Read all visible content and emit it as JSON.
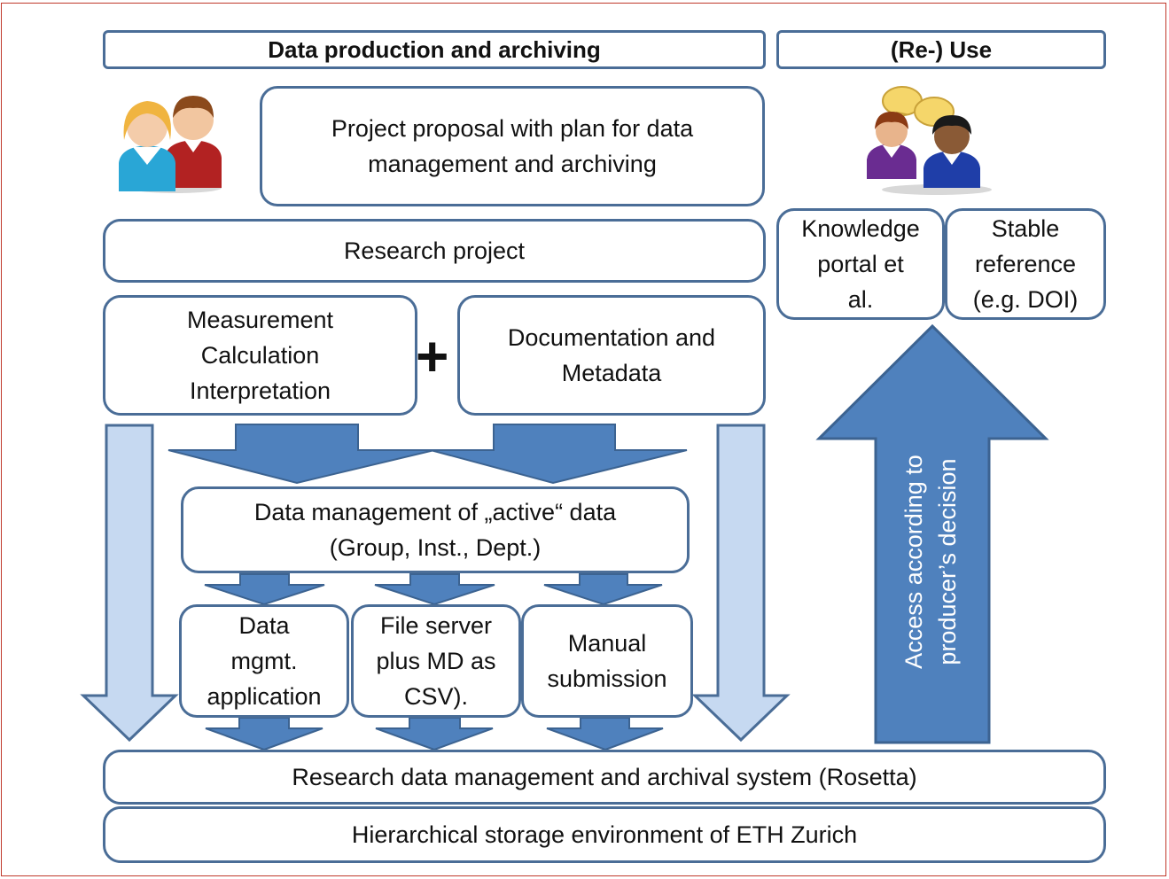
{
  "headers": {
    "production": "Data production and archiving",
    "reuse": "(Re-) Use"
  },
  "boxes": {
    "proposal": "Project proposal with plan for data\nmanagement and archiving",
    "research_project": "Research project",
    "measurement": "Measurement\nCalculation\nInterpretation",
    "plus": "+",
    "documentation": "Documentation and\nMetadata",
    "active_data": "Data management of „active“ data\n(Group, Inst., Dept.)",
    "mgmt_app": "Data\nmgmt.\napplication",
    "file_server": "File server\nplus MD as\nCSV).",
    "manual": "Manual\nsubmission",
    "rosetta": "Research data management and archival system (Rosetta)",
    "storage": "Hierarchical storage environment of ETH Zurich",
    "knowledge_portal": "Knowledge\nportal et\nal.",
    "stable_reference": "Stable\nreference\n(e.g. DOI)"
  },
  "access_arrow_text": "Access according to\nproducer’s decision",
  "colors": {
    "border": "#4a6d97",
    "arrow_dark": "#4f81bd",
    "arrow_light": "#c6d9f1",
    "frame": "#c0392b"
  }
}
